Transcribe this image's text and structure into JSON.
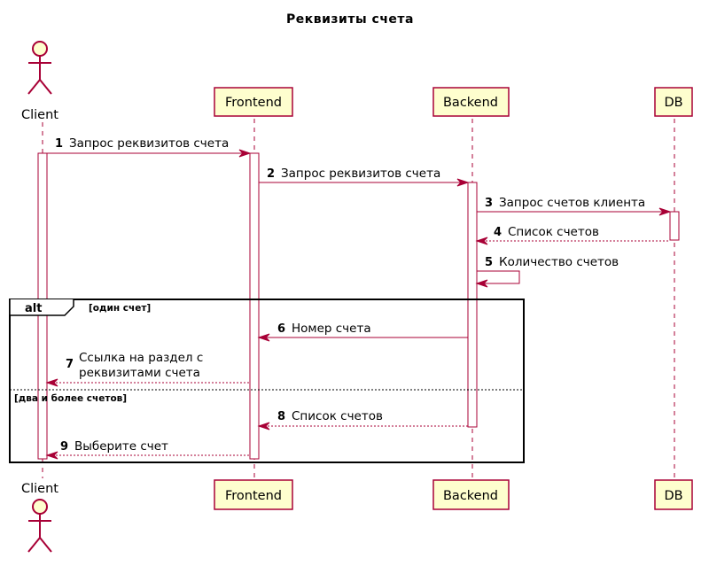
{
  "title": "Реквизиты счета",
  "participants": [
    {
      "id": "client",
      "label": "Client",
      "kind": "actor"
    },
    {
      "id": "frontend",
      "label": "Frontend",
      "kind": "participant"
    },
    {
      "id": "backend",
      "label": "Backend",
      "kind": "participant"
    },
    {
      "id": "db",
      "label": "DB",
      "kind": "participant"
    }
  ],
  "messages": [
    {
      "num": "1",
      "lines": [
        "Запрос реквизитов счета"
      ],
      "from": "client",
      "to": "frontend",
      "style": "solid"
    },
    {
      "num": "2",
      "lines": [
        "Запрос реквизитов счета"
      ],
      "from": "frontend",
      "to": "backend",
      "style": "solid"
    },
    {
      "num": "3",
      "lines": [
        "Запрос счетов клиента"
      ],
      "from": "backend",
      "to": "db",
      "style": "solid"
    },
    {
      "num": "4",
      "lines": [
        "Список счетов"
      ],
      "from": "db",
      "to": "backend",
      "style": "dashed"
    },
    {
      "num": "5",
      "lines": [
        "Количество счетов"
      ],
      "from": "backend",
      "to": "backend",
      "style": "solid"
    },
    {
      "num": "6",
      "lines": [
        "Номер счета"
      ],
      "from": "backend",
      "to": "frontend",
      "style": "solid"
    },
    {
      "num": "7",
      "lines": [
        "Ссылка на раздел с",
        "реквизитами счета"
      ],
      "from": "frontend",
      "to": "client",
      "style": "dashed"
    },
    {
      "num": "8",
      "lines": [
        "Список счетов"
      ],
      "from": "backend",
      "to": "frontend",
      "style": "dashed"
    },
    {
      "num": "9",
      "lines": [
        "Выберите счет"
      ],
      "from": "frontend",
      "to": "client",
      "style": "dashed"
    }
  ],
  "alt_fragment": {
    "keyword": "alt",
    "guard1": "[один счет]",
    "guard2": "[два и более счетов]"
  },
  "colors": {
    "border": "#A80036",
    "fill": "#FEFECE"
  }
}
